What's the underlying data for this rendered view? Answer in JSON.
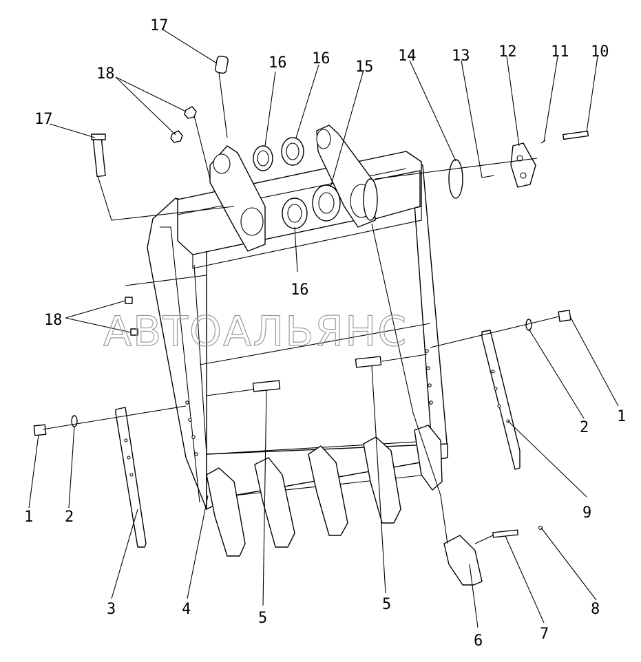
{
  "watermark": "АВТОАЛЬЯНС",
  "callouts": [
    {
      "id": "c1a",
      "text": "1"
    },
    {
      "id": "c2a",
      "text": "2"
    },
    {
      "id": "c3",
      "text": "3"
    },
    {
      "id": "c4",
      "text": "4"
    },
    {
      "id": "c5a",
      "text": "5"
    },
    {
      "id": "c5b",
      "text": "5"
    },
    {
      "id": "c6",
      "text": "6"
    },
    {
      "id": "c7",
      "text": "7"
    },
    {
      "id": "c8",
      "text": "8"
    },
    {
      "id": "c9",
      "text": "9"
    },
    {
      "id": "c2b",
      "text": "2"
    },
    {
      "id": "c1b",
      "text": "1"
    },
    {
      "id": "c10",
      "text": "10"
    },
    {
      "id": "c11",
      "text": "11"
    },
    {
      "id": "c12",
      "text": "12"
    },
    {
      "id": "c13",
      "text": "13"
    },
    {
      "id": "c14",
      "text": "14"
    },
    {
      "id": "c15",
      "text": "15"
    },
    {
      "id": "c16a",
      "text": "16"
    },
    {
      "id": "c16b",
      "text": "16"
    },
    {
      "id": "c16c",
      "text": "16"
    },
    {
      "id": "c17a",
      "text": "17"
    },
    {
      "id": "c17b",
      "text": "17"
    },
    {
      "id": "c18a",
      "text": "18"
    },
    {
      "id": "c18b",
      "text": "18"
    }
  ]
}
